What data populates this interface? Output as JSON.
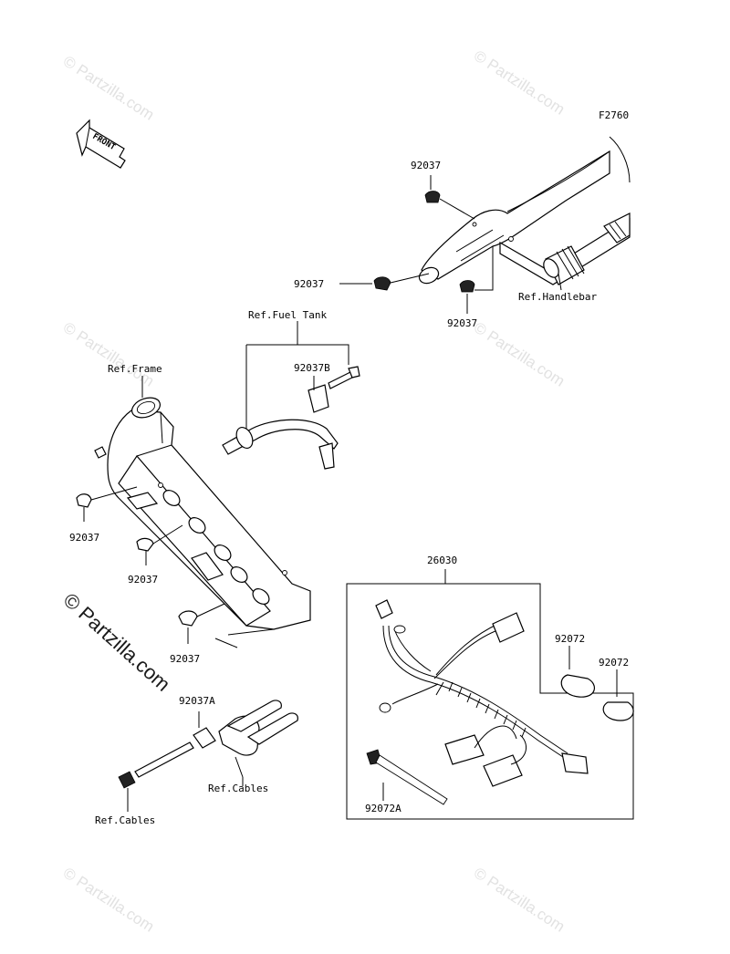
{
  "figure_code": "F2760",
  "front_arrow_label": "FRONT",
  "watermark_text": "© Partzilla.com",
  "callouts": {
    "top_92037_a": "92037",
    "top_92037_b": "92037",
    "top_92037_c": "92037",
    "ref_handlebar": "Ref.Handlebar",
    "ref_fuel_tank": "Ref.Fuel Tank",
    "ref_frame": "Ref.Frame",
    "part_92037B": "92037B",
    "left_92037_a": "92037",
    "left_92037_b": "92037",
    "left_92037_c": "92037",
    "part_92037A": "92037A",
    "ref_cables_a": "Ref.Cables",
    "ref_cables_b": "Ref.Cables",
    "part_26030": "26030",
    "part_92072_a": "92072",
    "part_92072_b": "92072",
    "part_92072A": "92072A"
  }
}
